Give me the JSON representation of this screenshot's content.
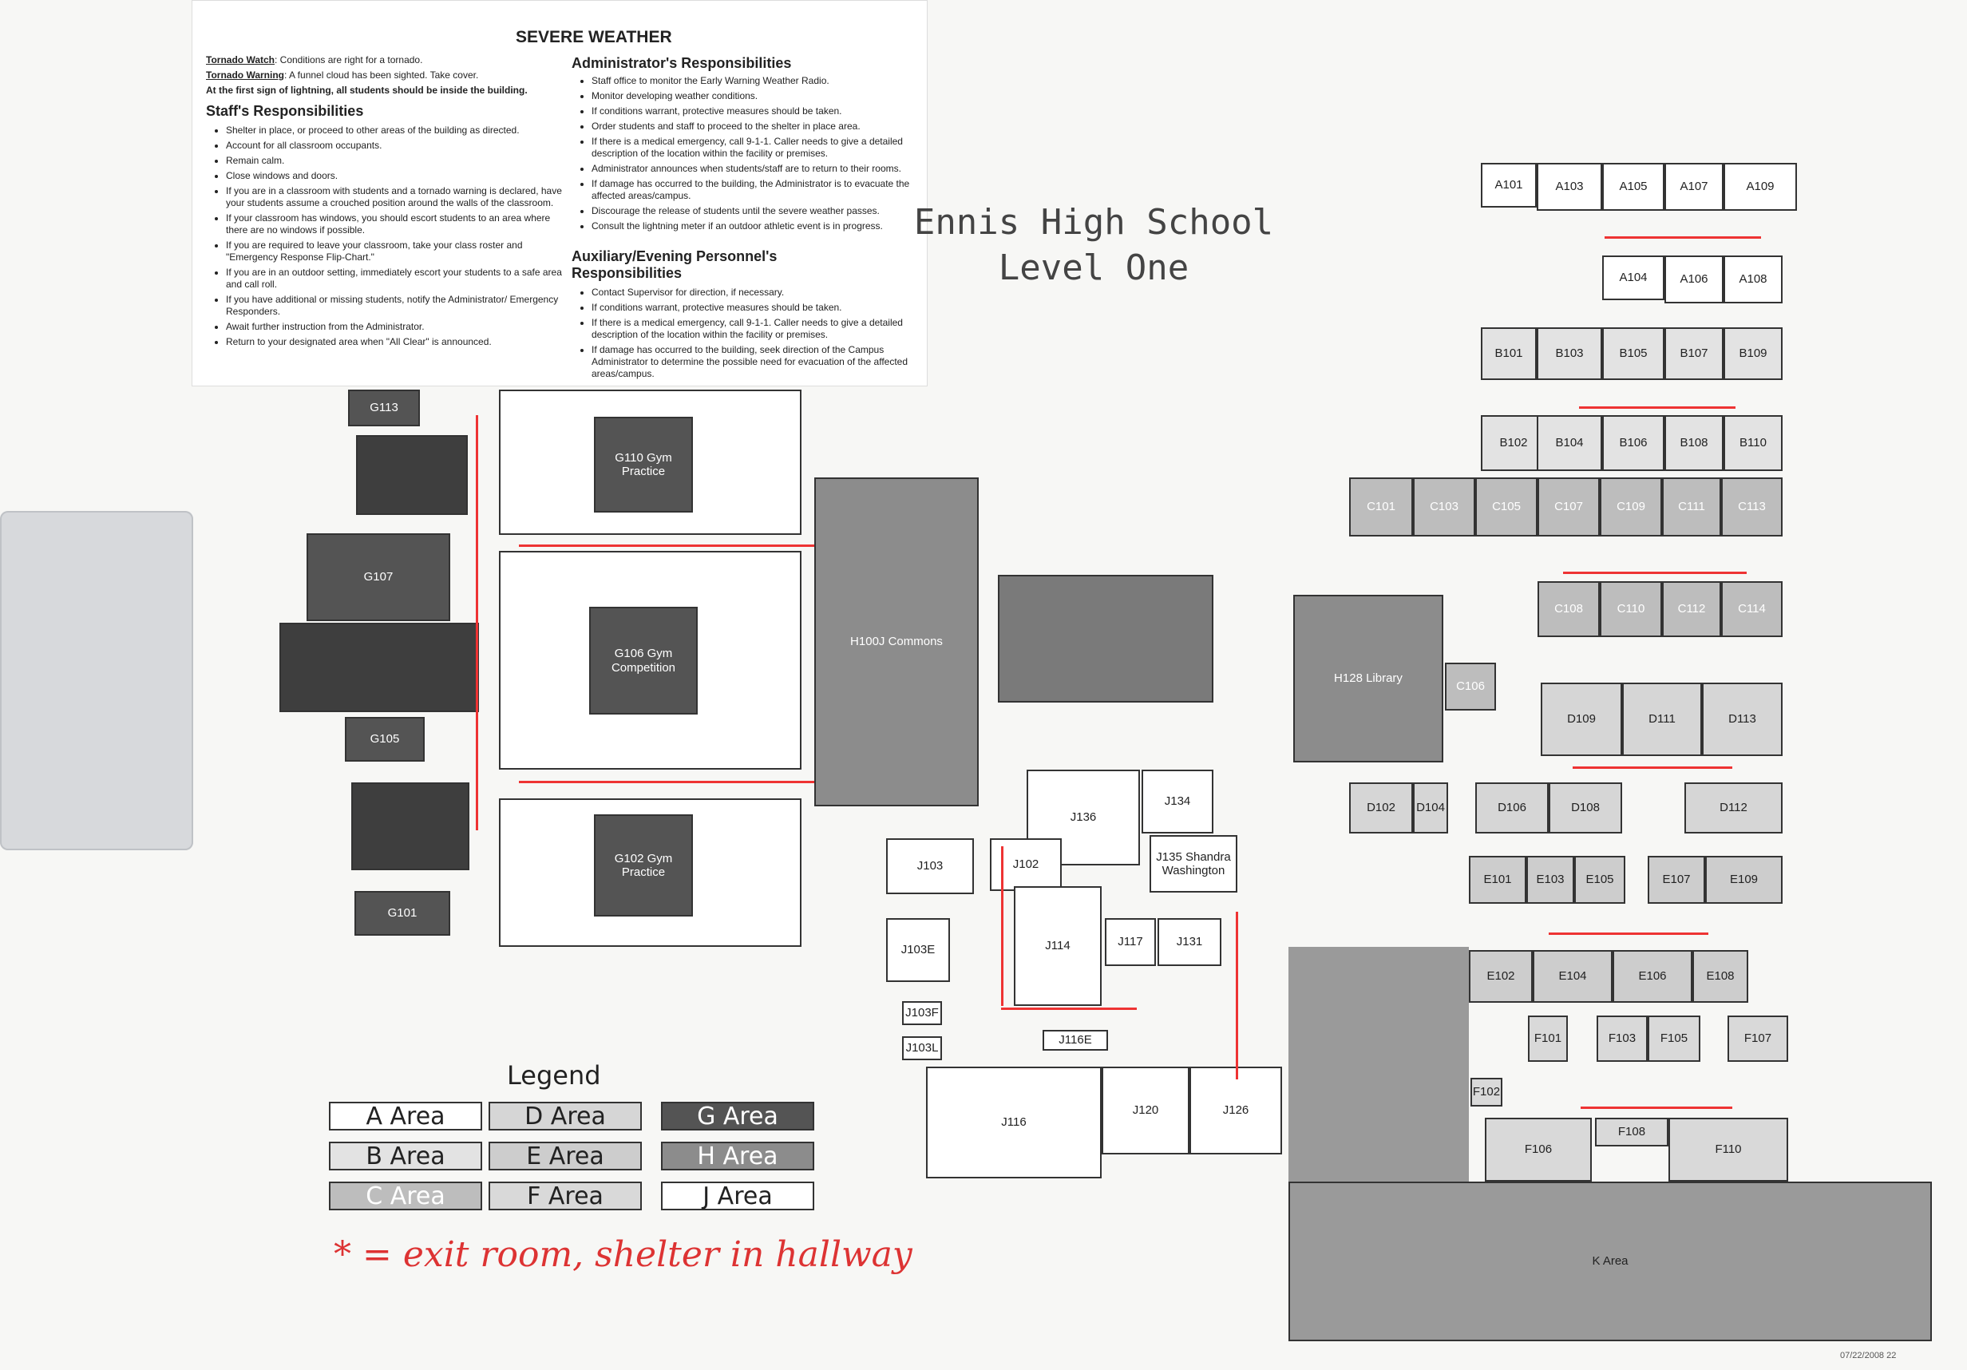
{
  "severe_weather": {
    "title": "SEVERE WEATHER",
    "tornado_watch_label": "Tornado Watch",
    "tornado_watch_text": ": Conditions are right for a tornado.",
    "tornado_warning_label": "Tornado Warning",
    "tornado_warning_text": ": A funnel cloud has been sighted. Take cover.",
    "lightning_rule": "At the first sign of lightning, all students should be inside the building.",
    "staff_heading": "Staff's Responsibilities",
    "staff_items": [
      "Shelter in place, or proceed to other areas of the building as directed.",
      "Account for all classroom occupants.",
      "Remain calm.",
      "Close windows and doors.",
      "If you are in a classroom with students and a tornado warning is declared, have your students assume a crouched position around the walls of the classroom.",
      "If your classroom has windows, you should escort students to an area where there are no windows if possible.",
      "If you are required to leave your classroom, take your class roster and \"Emergency Response Flip-Chart.\"",
      "If you are in an outdoor setting, immediately escort your students to a safe area and call roll.",
      "If you have additional or missing students, notify the Administrator/ Emergency Responders.",
      "Await further instruction from the Administrator.",
      "Return to your designated area when \"All Clear\" is announced."
    ],
    "admin_heading": "Administrator's Responsibilities",
    "admin_items": [
      "Staff office to monitor the Early Warning Weather Radio.",
      "Monitor developing weather conditions.",
      "If conditions warrant, protective measures should be taken.",
      "Order students and staff to proceed to the shelter in place area.",
      "If there is a medical emergency, call 9-1-1. Caller needs to give a detailed description of the location within the facility or premises.",
      "Administrator announces when students/staff are to return to their rooms.",
      "If damage has occurred to the building, the Administrator is to evacuate the affected areas/campus.",
      "Discourage the release of students until the severe weather passes.",
      "Consult the lightning meter if an outdoor athletic event is in progress."
    ],
    "aux_heading": "Auxiliary/Evening Personnel's Responsibilities",
    "aux_items": [
      "Contact Supervisor for direction, if necessary.",
      "If conditions warrant, protective measures should be taken.",
      "If there is a medical emergency, call 9-1-1. Caller needs to give a detailed description of the location within the facility or premises.",
      "If damage has occurred to the building, seek direction of the Campus Administrator to determine the possible need for evacuation of the affected areas/campus."
    ]
  },
  "map": {
    "title_line1": "Ennis High School",
    "title_line2": "Level One",
    "rooms": {
      "A101": "A101",
      "A103": "A103",
      "A105": "A105",
      "A107": "A107",
      "A109": "A109",
      "A104": "A104",
      "A106": "A106",
      "A108": "A108",
      "B101": "B101",
      "B103": "B103",
      "B105": "B105",
      "B107": "B107",
      "B109": "B109",
      "B102": "B102",
      "B104": "B104",
      "B106": "B106",
      "B108": "B108",
      "B110": "B110",
      "C101": "C101",
      "C103": "C103",
      "C105": "C105",
      "C107": "C107",
      "C109": "C109",
      "C111": "C111",
      "C113": "C113",
      "C108": "C108",
      "C110": "C110",
      "C112": "C112",
      "C114": "C114",
      "C106": "C106",
      "D109": "D109",
      "D111": "D111",
      "D113": "D113",
      "D102": "D102",
      "D104": "D104",
      "D106": "D106",
      "D108": "D108",
      "D112": "D112",
      "E101": "E101",
      "E103": "E103",
      "E105": "E105",
      "E107": "E107",
      "E109": "E109",
      "E102": "E102",
      "E104": "E104",
      "E106": "E106",
      "E108": "E108",
      "F101": "F101",
      "F103": "F103",
      "F105": "F105",
      "F107": "F107",
      "F102": "F102",
      "F106": "F106",
      "F108": "F108",
      "F110": "F110",
      "G113": "G113",
      "G107": "G107",
      "G105": "G105",
      "G101": "G101",
      "G110": "G110 Gym Practice",
      "G106": "G106 Gym Competition",
      "G102": "G102 Gym Practice",
      "H100J": "H100J Commons",
      "H128": "H128 Library",
      "J136": "J136",
      "J134": "J134",
      "J135": "J135 Shandra Washington",
      "J103": "J103",
      "J102": "J102",
      "J103E": "J103E",
      "J103F": "J103F",
      "J103L": "J103L",
      "J114": "J114",
      "J117": "J117",
      "J131": "J131",
      "J116": "J116",
      "J120": "J120",
      "J126": "J126",
      "J116E": "J116E",
      "K": "K Area"
    }
  },
  "legend": {
    "title": "Legend",
    "items": [
      {
        "label": "A Area",
        "color": "#ffffff"
      },
      {
        "label": "B Area",
        "color": "#e3e3e3"
      },
      {
        "label": "C Area",
        "color": "#bdbdbd"
      },
      {
        "label": "D Area",
        "color": "#d6d6d6"
      },
      {
        "label": "E Area",
        "color": "#cdcdcd"
      },
      {
        "label": "F Area",
        "color": "#d9d9d9"
      },
      {
        "label": "G Area",
        "color": "#545454"
      },
      {
        "label": "H Area",
        "color": "#8c8c8c"
      },
      {
        "label": "J Area",
        "color": "#ffffff"
      }
    ]
  },
  "handwritten_note": "* = exit room, shelter in hallway",
  "stamp": "07/22/2008 22"
}
